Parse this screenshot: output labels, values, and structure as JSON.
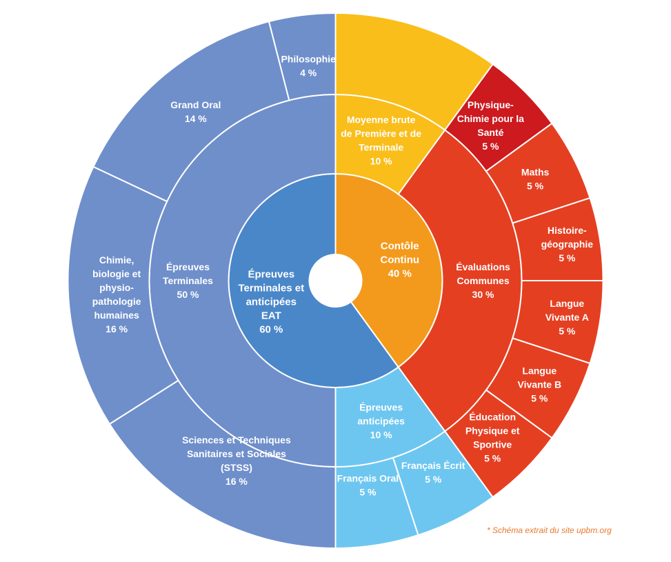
{
  "chart_data": {
    "type": "sunburst",
    "colors": {
      "eat": "#4a87c9",
      "eat_outer": "#6f8fcb",
      "continu": "#f39a1c",
      "moyenne": "#f9be1a",
      "evaluations": "#e53f22",
      "physique_chimie": "#cc1a1f",
      "anticipees": "#6dc6f0",
      "border": "#ffffff"
    },
    "rings": [
      {
        "level": 0,
        "segments": [
          {
            "label": [
              "Contôle",
              "Continu",
              "40 %"
            ],
            "value": 40,
            "color": "#f39a1c"
          },
          {
            "label": [
              "Épreuves",
              "Terminales et",
              "anticipées",
              "EAT",
              "60 %"
            ],
            "value": 60,
            "color": "#4a87c9"
          }
        ]
      },
      {
        "level": 1,
        "segments": [
          {
            "label": [
              "Moyenne brute",
              "de Première et de",
              "Terminale",
              "10 %"
            ],
            "value": 10,
            "color": "#f9be1a"
          },
          {
            "label": [
              "Évaluations",
              "Communes",
              "30 %"
            ],
            "value": 30,
            "color": "#e53f22"
          },
          {
            "label": [
              "Épreuves",
              "anticipées",
              "10 %"
            ],
            "value": 10,
            "color": "#6dc6f0"
          },
          {
            "label": [
              "Épreuves",
              "Terminales",
              "50 %"
            ],
            "value": 50,
            "color": "#6f8fcb"
          }
        ]
      },
      {
        "level": 2,
        "segments": [
          {
            "label": [],
            "value": 10,
            "color": "#f9be1a"
          },
          {
            "label": [
              "Physique-",
              "Chimie pour la",
              "Santé",
              "5 %"
            ],
            "value": 5,
            "color": "#cc1a1f"
          },
          {
            "label": [
              "Maths",
              "5 %"
            ],
            "value": 5,
            "color": "#e53f22"
          },
          {
            "label": [
              "Histoire-",
              "géographie",
              "5 %"
            ],
            "value": 5,
            "color": "#e53f22"
          },
          {
            "label": [
              "Langue",
              "Vivante A",
              "5 %"
            ],
            "value": 5,
            "color": "#e53f22"
          },
          {
            "label": [
              "Langue",
              "Vivante B",
              "5 %"
            ],
            "value": 5,
            "color": "#e53f22"
          },
          {
            "label": [
              "Éducation",
              "Physique et",
              "Sportive",
              "5 %"
            ],
            "value": 5,
            "color": "#e53f22"
          },
          {
            "label": [
              "Français Écrit",
              "5 %"
            ],
            "value": 5,
            "color": "#6dc6f0"
          },
          {
            "label": [
              "Français Oral",
              "5 %"
            ],
            "value": 5,
            "color": "#6dc6f0"
          },
          {
            "label": [
              "Sciences et Techniques",
              "Sanitaires et Sociales",
              "(STSS)",
              "16 %"
            ],
            "value": 16,
            "color": "#6f8fcb"
          },
          {
            "label": [
              "Chimie,",
              "biologie et",
              "physio-",
              "pathologie",
              "humaines",
              "16 %"
            ],
            "value": 16,
            "color": "#6f8fcb"
          },
          {
            "label": [
              "Grand Oral",
              "14 %"
            ],
            "value": 14,
            "color": "#6f8fcb"
          },
          {
            "label": [
              "Philosophie",
              "4 %"
            ],
            "value": 4,
            "color": "#6f8fcb"
          }
        ]
      }
    ]
  },
  "footnote": "* Schéma extrait du site upbm.org"
}
